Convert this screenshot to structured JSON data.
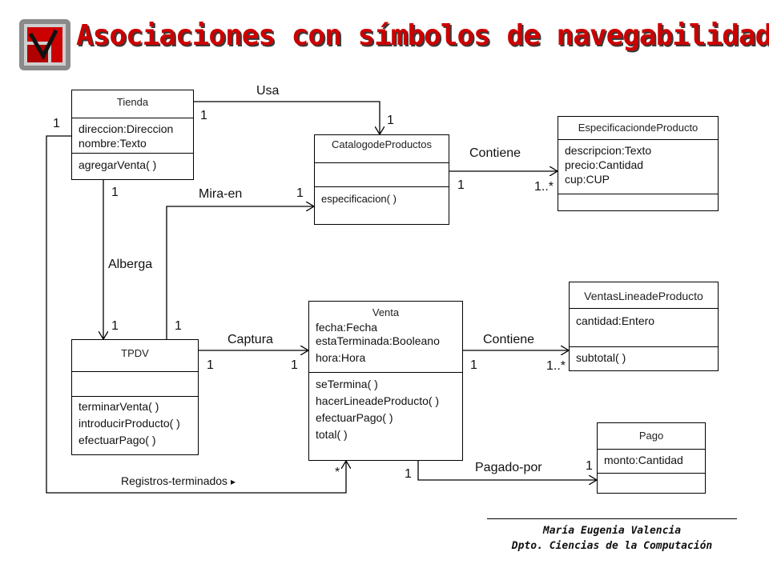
{
  "title": "Asociaciones con símbolos de navegabilidad",
  "classes": {
    "tienda": {
      "name": "Tienda",
      "attributes": [
        "direccion:Direccion",
        "nombre:Texto"
      ],
      "operations": [
        "agregarVenta( )"
      ]
    },
    "catalogo": {
      "name": "CatalogodeProductos",
      "attributes": [],
      "operations": [
        "especificacion( )"
      ]
    },
    "especificacion": {
      "name": "EspecificaciondeProducto",
      "attributes": [
        "descripcion:Texto",
        "precio:Cantidad",
        "cup:CUP"
      ],
      "operations": []
    },
    "tpdv": {
      "name": "TPDV",
      "attributes": [],
      "operations": [
        "terminarVenta( )",
        "introducirProducto( )",
        "efectuarPago( )"
      ]
    },
    "venta": {
      "name": "Venta",
      "attributes": [
        "fecha:Fecha",
        "estaTerminada:Booleano",
        "hora:Hora"
      ],
      "operations": [
        "seTermina( )",
        "hacerLineadeProducto( )",
        "efectuarPago( )",
        "total( )"
      ]
    },
    "ventaslinea": {
      "name": "VentasLineadeProducto",
      "attributes": [
        "cantidad:Entero"
      ],
      "operations": [
        "subtotal( )"
      ]
    },
    "pago": {
      "name": "Pago",
      "attributes": [
        "monto:Cantidad"
      ],
      "operations": []
    }
  },
  "associations": {
    "usa": {
      "label": "Usa",
      "m1": "1",
      "m2": "1"
    },
    "contiene1": {
      "label": "Contiene",
      "m1": "1",
      "m2": "1..*"
    },
    "miraen": {
      "label": "Mira-en",
      "m1": "1",
      "m2": "1"
    },
    "alberga": {
      "label": "Alberga",
      "m1": "1",
      "m2": "1"
    },
    "captura": {
      "label": "Captura",
      "m1": "1",
      "m2": "1"
    },
    "contiene2": {
      "label": "Contiene",
      "m1": "1",
      "m2": "1..*"
    },
    "pagadopor": {
      "label": "Pagado-por",
      "m1": "1",
      "m2": "1"
    },
    "registros": {
      "label": "Registros-terminados",
      "arrow": "▸",
      "m1": "1",
      "m2": "*"
    }
  },
  "footer": {
    "author": "María Eugenia Valencia",
    "dept": "Dpto. Ciencias de la Computación"
  }
}
